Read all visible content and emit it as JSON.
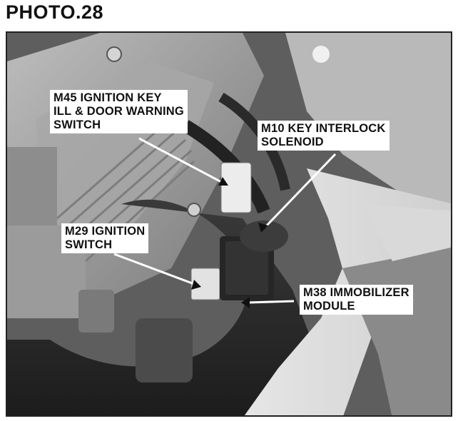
{
  "caption": "PHOTO.28",
  "callouts": {
    "m45": "M45 IGNITION KEY\nILL & DOOR WARNING\nSWITCH",
    "m10": "M10 KEY INTERLOCK\nSOLENOID",
    "m29": "M29 IGNITION\nSWITCH",
    "m38": "M38 IMMOBILIZER\nMODULE"
  }
}
